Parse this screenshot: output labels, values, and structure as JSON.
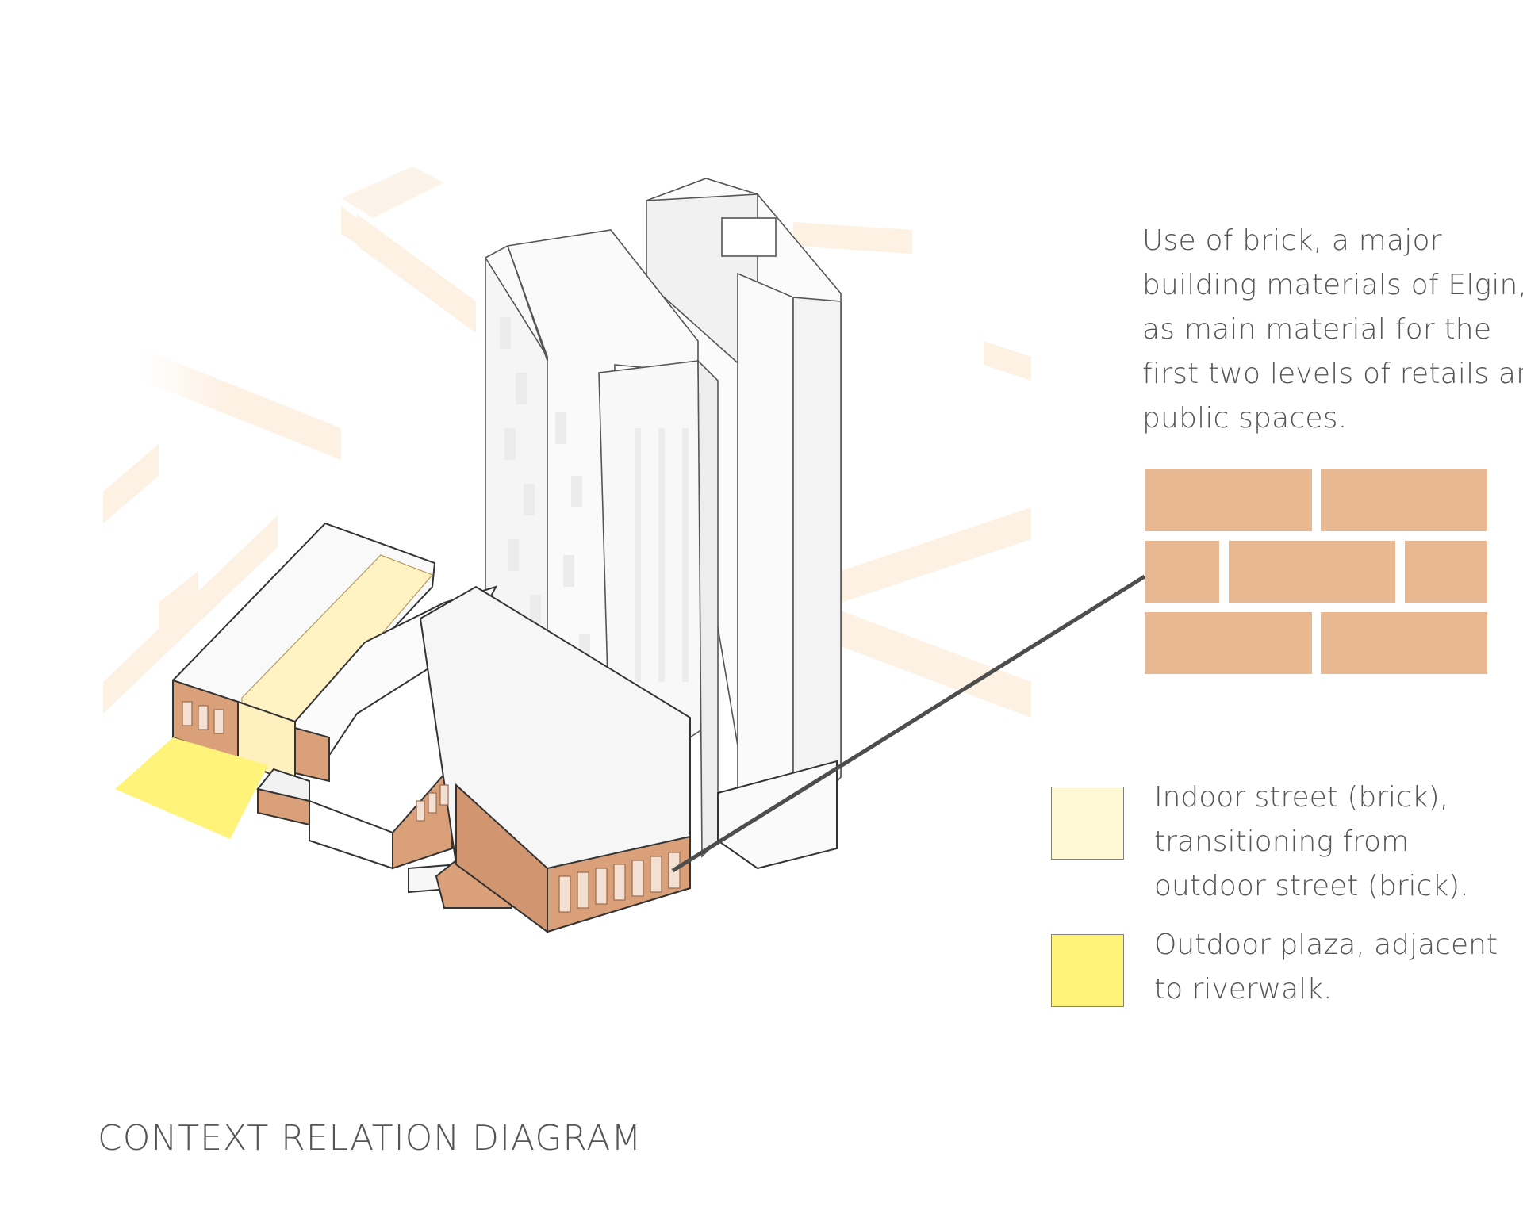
{
  "title": "CONTEXT RELATION DIAGRAM",
  "annotation": {
    "lines": [
      "Use of brick, a major",
      "building materials of Elgin,",
      "as main material for the",
      "first two levels of retails and",
      "public spaces."
    ]
  },
  "brick_swatch": {
    "color": "#e8b893",
    "icon": "brick-pattern-icon"
  },
  "legend": [
    {
      "color": "#fff9d6",
      "lines": [
        "Indoor street (brick),",
        "transitioning from",
        "outdoor street (brick)."
      ]
    },
    {
      "color": "#fff37a",
      "lines": [
        "Outdoor plaza, adjacent",
        "to riverwalk."
      ]
    }
  ],
  "colors": {
    "context_streets": "#fdf1e4",
    "brick_facade": "#d9a07a",
    "plaza": "#fff37a",
    "indoor_street": "#fff3c4",
    "leader_line": "#4d4d4d"
  }
}
